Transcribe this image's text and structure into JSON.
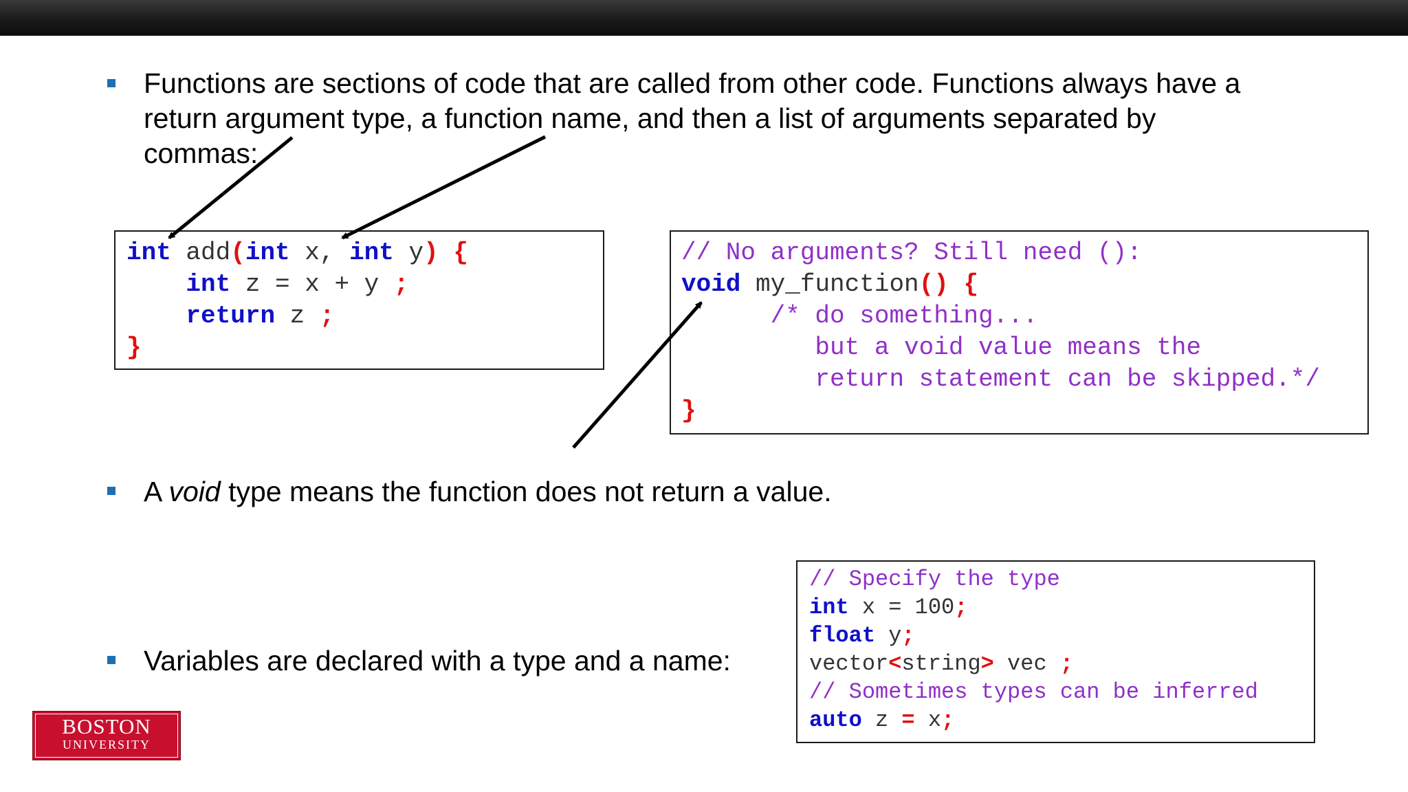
{
  "slide": {
    "bullets": [
      {
        "lines": [
          "Functions are sections of code that are called from other code.  Functions always have a",
          "return argument type, a function name, and then a list of arguments separated by",
          "commas:"
        ]
      },
      {
        "pre": "A ",
        "em": "void",
        "post": " type means the function does not return a value."
      },
      {
        "text": "Variables are declared with a type and a name:"
      }
    ],
    "code_add": {
      "line1": {
        "t1": "int",
        "t2": " add",
        "t3": "(",
        "t4": "int",
        "t5": " x, ",
        "t6": "int",
        "t7": " y",
        "t8": ")",
        "t9": " ",
        "t10": "{"
      },
      "line2": {
        "t1": "    ",
        "t2": "int",
        "t3": " z = x + y ",
        "t4": ";"
      },
      "line3": {
        "t1": "    ",
        "t2": "return",
        "t3": " z ",
        "t4": ";"
      },
      "line4": {
        "t1": "}"
      }
    },
    "code_void": {
      "line1": "// No arguments? Still need ():",
      "line2": {
        "t1": "void",
        "t2": " my_function",
        "t3": "()",
        "t4": " ",
        "t5": "{"
      },
      "line3": "      /* do something...",
      "line4": "         but a void value means the",
      "line5": "         return statement can be skipped.*/",
      "line6": "}"
    },
    "code_vars": {
      "line1": "// Specify the type",
      "line2": {
        "t1": "int",
        "t2": " x = 100",
        "t3": ";"
      },
      "line3": {
        "t1": "float",
        "t2": " y",
        "t3": ";"
      },
      "line4": {
        "t1": "vector",
        "t2": "<",
        "t3": "string",
        "t4": ">",
        "t5": " vec ",
        "t6": ";"
      },
      "line5": "// Sometimes types can be inferred",
      "line6": {
        "t1": "auto",
        "t2": " z ",
        "t3": "=",
        "t4": " x",
        "t5": ";"
      }
    },
    "logo": {
      "line1": "BOSTON",
      "line2": "UNIVERSITY"
    }
  },
  "colors": {
    "keyword": "#1010c8",
    "punctuation": "#e01010",
    "comment": "#9030c8",
    "bullet": "#1f6eb5",
    "logo": "#c8102e"
  }
}
